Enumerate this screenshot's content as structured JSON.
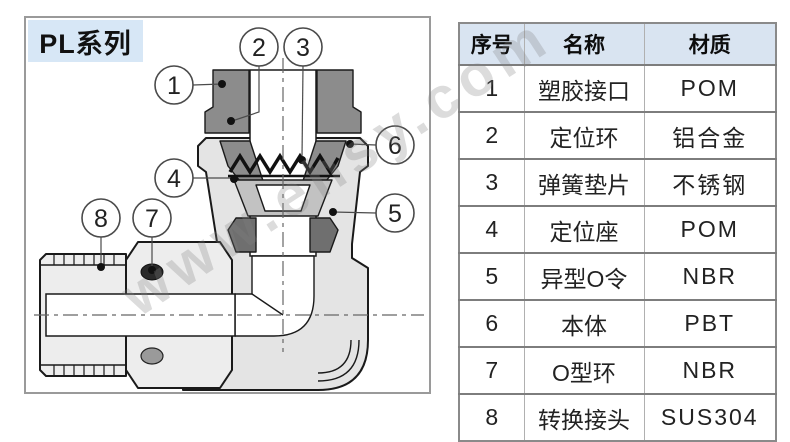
{
  "title": "PL系列",
  "watermark": "www.ehsy.com",
  "diagram": {
    "callouts": [
      {
        "label": "1"
      },
      {
        "label": "2"
      },
      {
        "label": "3"
      },
      {
        "label": "4"
      },
      {
        "label": "5"
      },
      {
        "label": "6"
      },
      {
        "label": "7"
      },
      {
        "label": "8"
      }
    ]
  },
  "table": {
    "headers": [
      {
        "label": "序号"
      },
      {
        "label": "名称"
      },
      {
        "label": "材质"
      }
    ],
    "rows": [
      {
        "no": "1",
        "name": "塑胶接口",
        "material": "POM"
      },
      {
        "no": "2",
        "name": "定位环",
        "material": "铝合金"
      },
      {
        "no": "3",
        "name": "弹簧垫片",
        "material": "不锈钢"
      },
      {
        "no": "4",
        "name": "定位座",
        "material": "POM"
      },
      {
        "no": "5",
        "name": "异型O令",
        "material": "NBR"
      },
      {
        "no": "6",
        "name": "本体",
        "material": "PBT"
      },
      {
        "no": "7",
        "name": "O型环",
        "material": "NBR"
      },
      {
        "no": "8",
        "name": "转换接头",
        "material": "SUS304"
      }
    ]
  },
  "colors": {
    "header_bg": "#d9e4f1",
    "title_bg": "#d7e7f6",
    "table_border": "#8a8a8a",
    "dark_part": "#8c8c8c",
    "mid_part": "#c2c2c2",
    "body_part": "#e4e4e4",
    "line": "#1a1a1a"
  }
}
